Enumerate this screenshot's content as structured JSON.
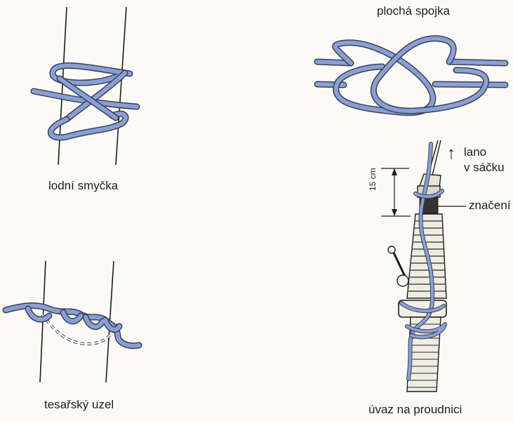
{
  "labels": {
    "lodni_smycka": "lodní smyčka",
    "plocha_spojka": "plochá spojka",
    "tesarsky_uzel": "tesařský uzel",
    "uvaz_na_proudnici": "úvaz na proudnici",
    "lano_line1": "lano",
    "lano_line2": "v sáčku",
    "znaceni": "značení",
    "dimension_15cm": "15 cm",
    "up_arrow": "↑"
  },
  "colors": {
    "rope": "#8a9fd4",
    "rope_outline": "#3a3f55",
    "background": "#fbfaf6"
  }
}
